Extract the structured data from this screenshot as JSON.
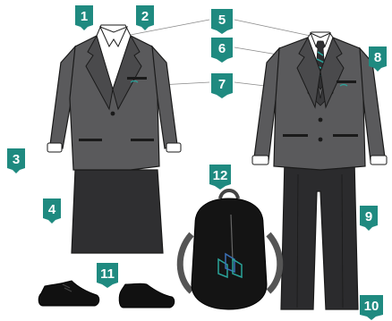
{
  "colors": {
    "badge": "#1f8a80",
    "badge_text": "#ffffff",
    "blazer": "#5a5a5c",
    "blazer_dark": "#3e3e40",
    "blazer_outline": "#1a1a1a",
    "skirt": "#2f2f31",
    "trousers": "#2b2b2d",
    "shirt": "#ffffff",
    "tie_stripe": "#2aa39a",
    "jumper": "#3a3a3c",
    "bag": "#141414",
    "shoes": "#111111",
    "leader_line": "#8a8a8a"
  },
  "callouts": [
    {
      "id": "1",
      "label": "1"
    },
    {
      "id": "2",
      "label": "2"
    },
    {
      "id": "3",
      "label": "3"
    },
    {
      "id": "4",
      "label": "4"
    },
    {
      "id": "5",
      "label": "5"
    },
    {
      "id": "6",
      "label": "6"
    },
    {
      "id": "7",
      "label": "7"
    },
    {
      "id": "8",
      "label": "8"
    },
    {
      "id": "9",
      "label": "9"
    },
    {
      "id": "10",
      "label": "10"
    },
    {
      "id": "11",
      "label": "11"
    },
    {
      "id": "12",
      "label": "12"
    }
  ],
  "items": {
    "girls_outfit": "blazer-shirt-skirt",
    "boys_outfit": "blazer-shirt-tie-jumper-trousers",
    "bag_icon": "school-crest-icon",
    "shoes": "black-lace-up-shoes"
  }
}
